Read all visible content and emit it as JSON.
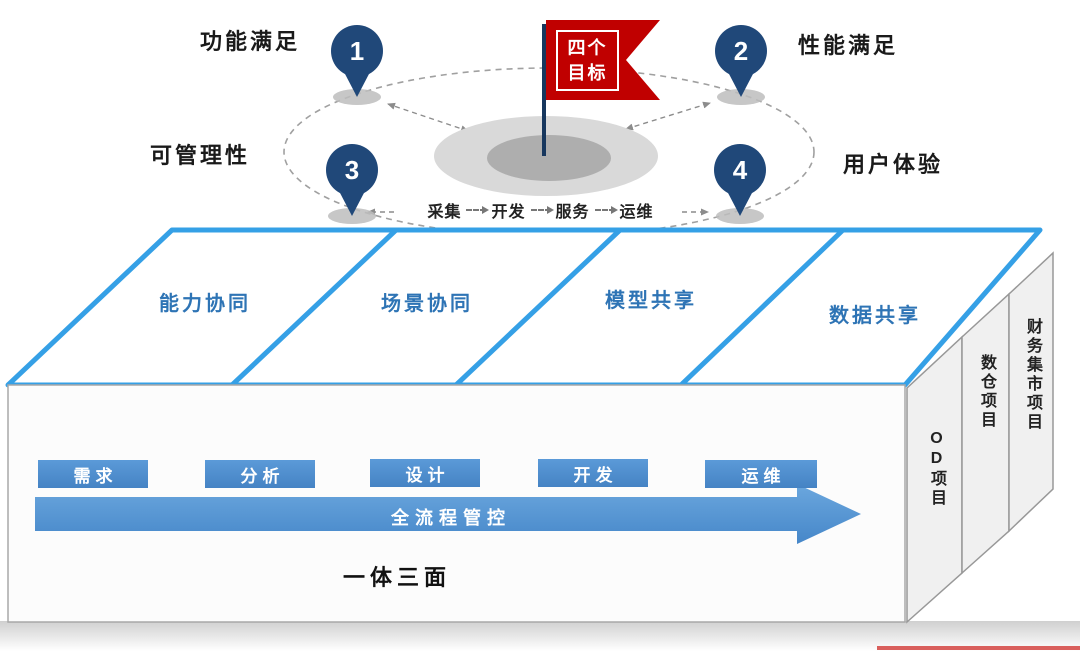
{
  "colors": {
    "pin_navy": "#204879",
    "flag_red": "#C00000",
    "edge_blue": "#35A0E6",
    "panel_text_blue": "#2E74B5",
    "button_blue": "#4E95D6",
    "center_gray": "#AEAEAE"
  },
  "orbit": {
    "flag_text": "四个\n目标",
    "pins": [
      {
        "number": "1",
        "label": "功能满足"
      },
      {
        "number": "2",
        "label": "性能满足"
      },
      {
        "number": "3",
        "label": "可管理性"
      },
      {
        "number": "4",
        "label": "用户体验"
      }
    ],
    "flow_steps": [
      "采集",
      "开发",
      "服务",
      "运维"
    ]
  },
  "platform": {
    "panels": [
      "能力协同",
      "场景协同",
      "模型共享",
      "数据共享"
    ],
    "buttons": [
      "需求",
      "分析",
      "设计",
      "开发",
      "运维"
    ],
    "arrow_label": "全流程管控",
    "caption": "一体三面"
  },
  "projects": [
    "OD项目",
    "数仓项目",
    "财务集市项目"
  ]
}
